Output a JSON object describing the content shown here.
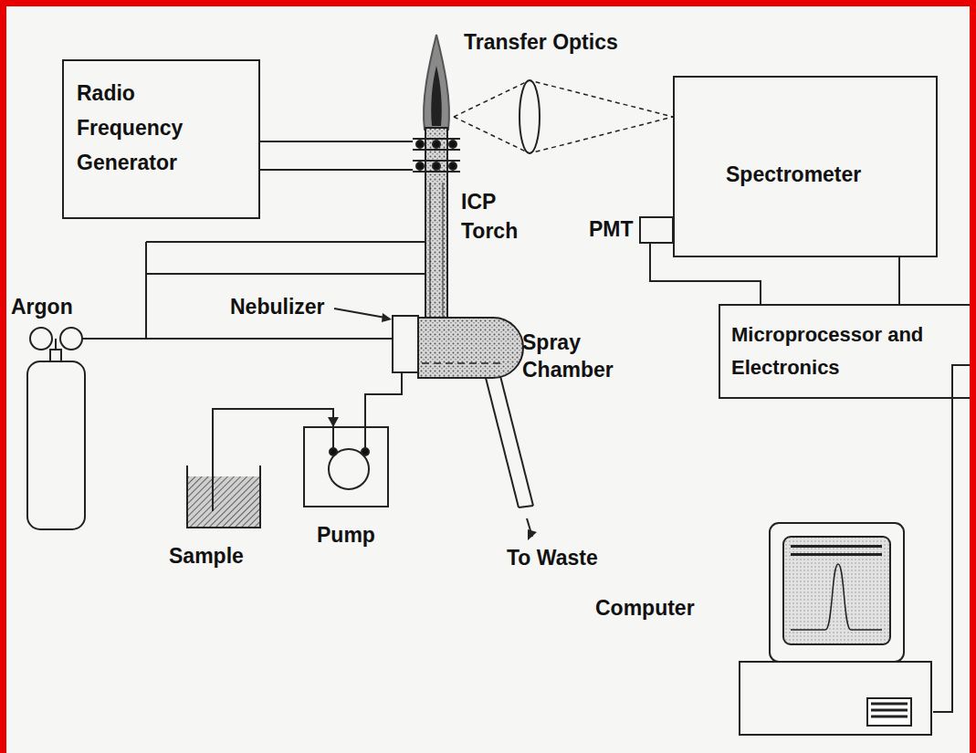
{
  "diagram": {
    "nodes": [
      {
        "text": [
          "Radio Frequency Generator"
        ]
      },
      {
        "text": [
          "Spectrometer"
        ]
      },
      {
        "text": [
          "PMT"
        ]
      },
      {
        "text": [
          "Microprocessor and Electronics"
        ]
      },
      {
        "text": [
          "Argon"
        ]
      },
      {
        "text": [
          "Sample"
        ]
      },
      {
        "text": [
          "Pump"
        ]
      },
      {
        "text": [
          "Computer"
        ]
      }
    ],
    "edges": [
      {
        "from": 5,
        "to": 6,
        "arrow": "to"
      },
      {
        "from": 2,
        "to": 3,
        "arrow": "none"
      },
      {
        "from": 1,
        "to": 3,
        "arrow": "none"
      },
      {
        "from": 3,
        "to": 7,
        "arrow": "none"
      }
    ],
    "labels": [
      "Transfer Optics",
      "ICP Torch",
      "Nebulizer",
      "Spray Chamber",
      "To Waste"
    ]
  }
}
